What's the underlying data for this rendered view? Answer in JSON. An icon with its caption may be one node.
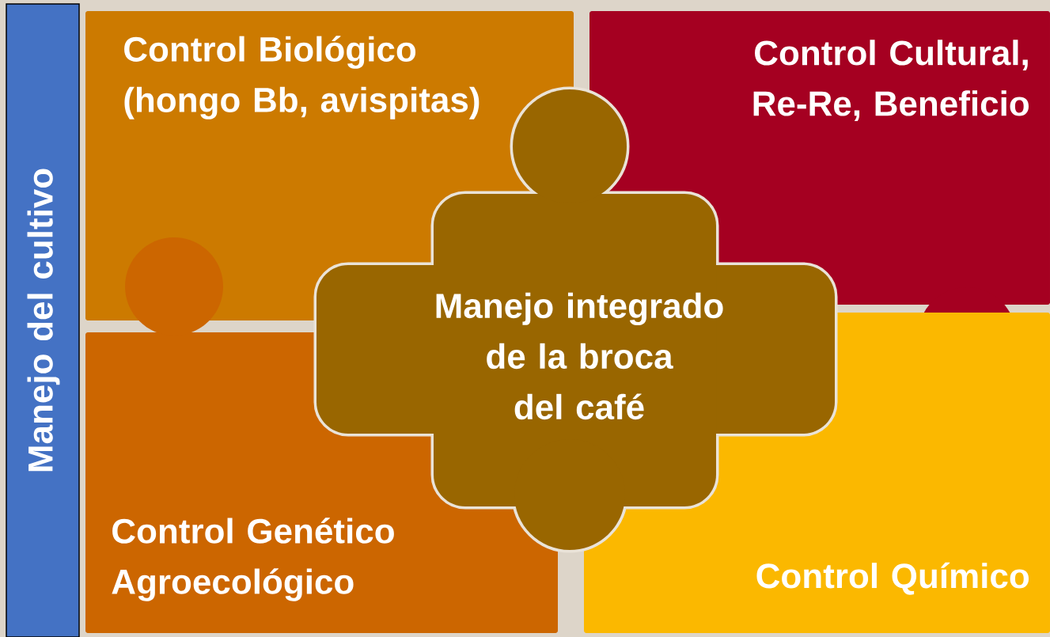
{
  "diagram": {
    "nodes": [
      {
        "text": [
          "Manejo del cultivo"
        ]
      },
      {
        "text": [
          "Control Biológico (hongo Bb, avispitas)"
        ]
      },
      {
        "text": [
          "Control Cultural, Re-Re, Beneficio"
        ]
      },
      {
        "text": [
          "Control Genético Agroecológico"
        ]
      },
      {
        "text": [
          "Control Químico"
        ]
      },
      {
        "text": [
          "Manejo integrado de la broca del café"
        ]
      }
    ]
  }
}
